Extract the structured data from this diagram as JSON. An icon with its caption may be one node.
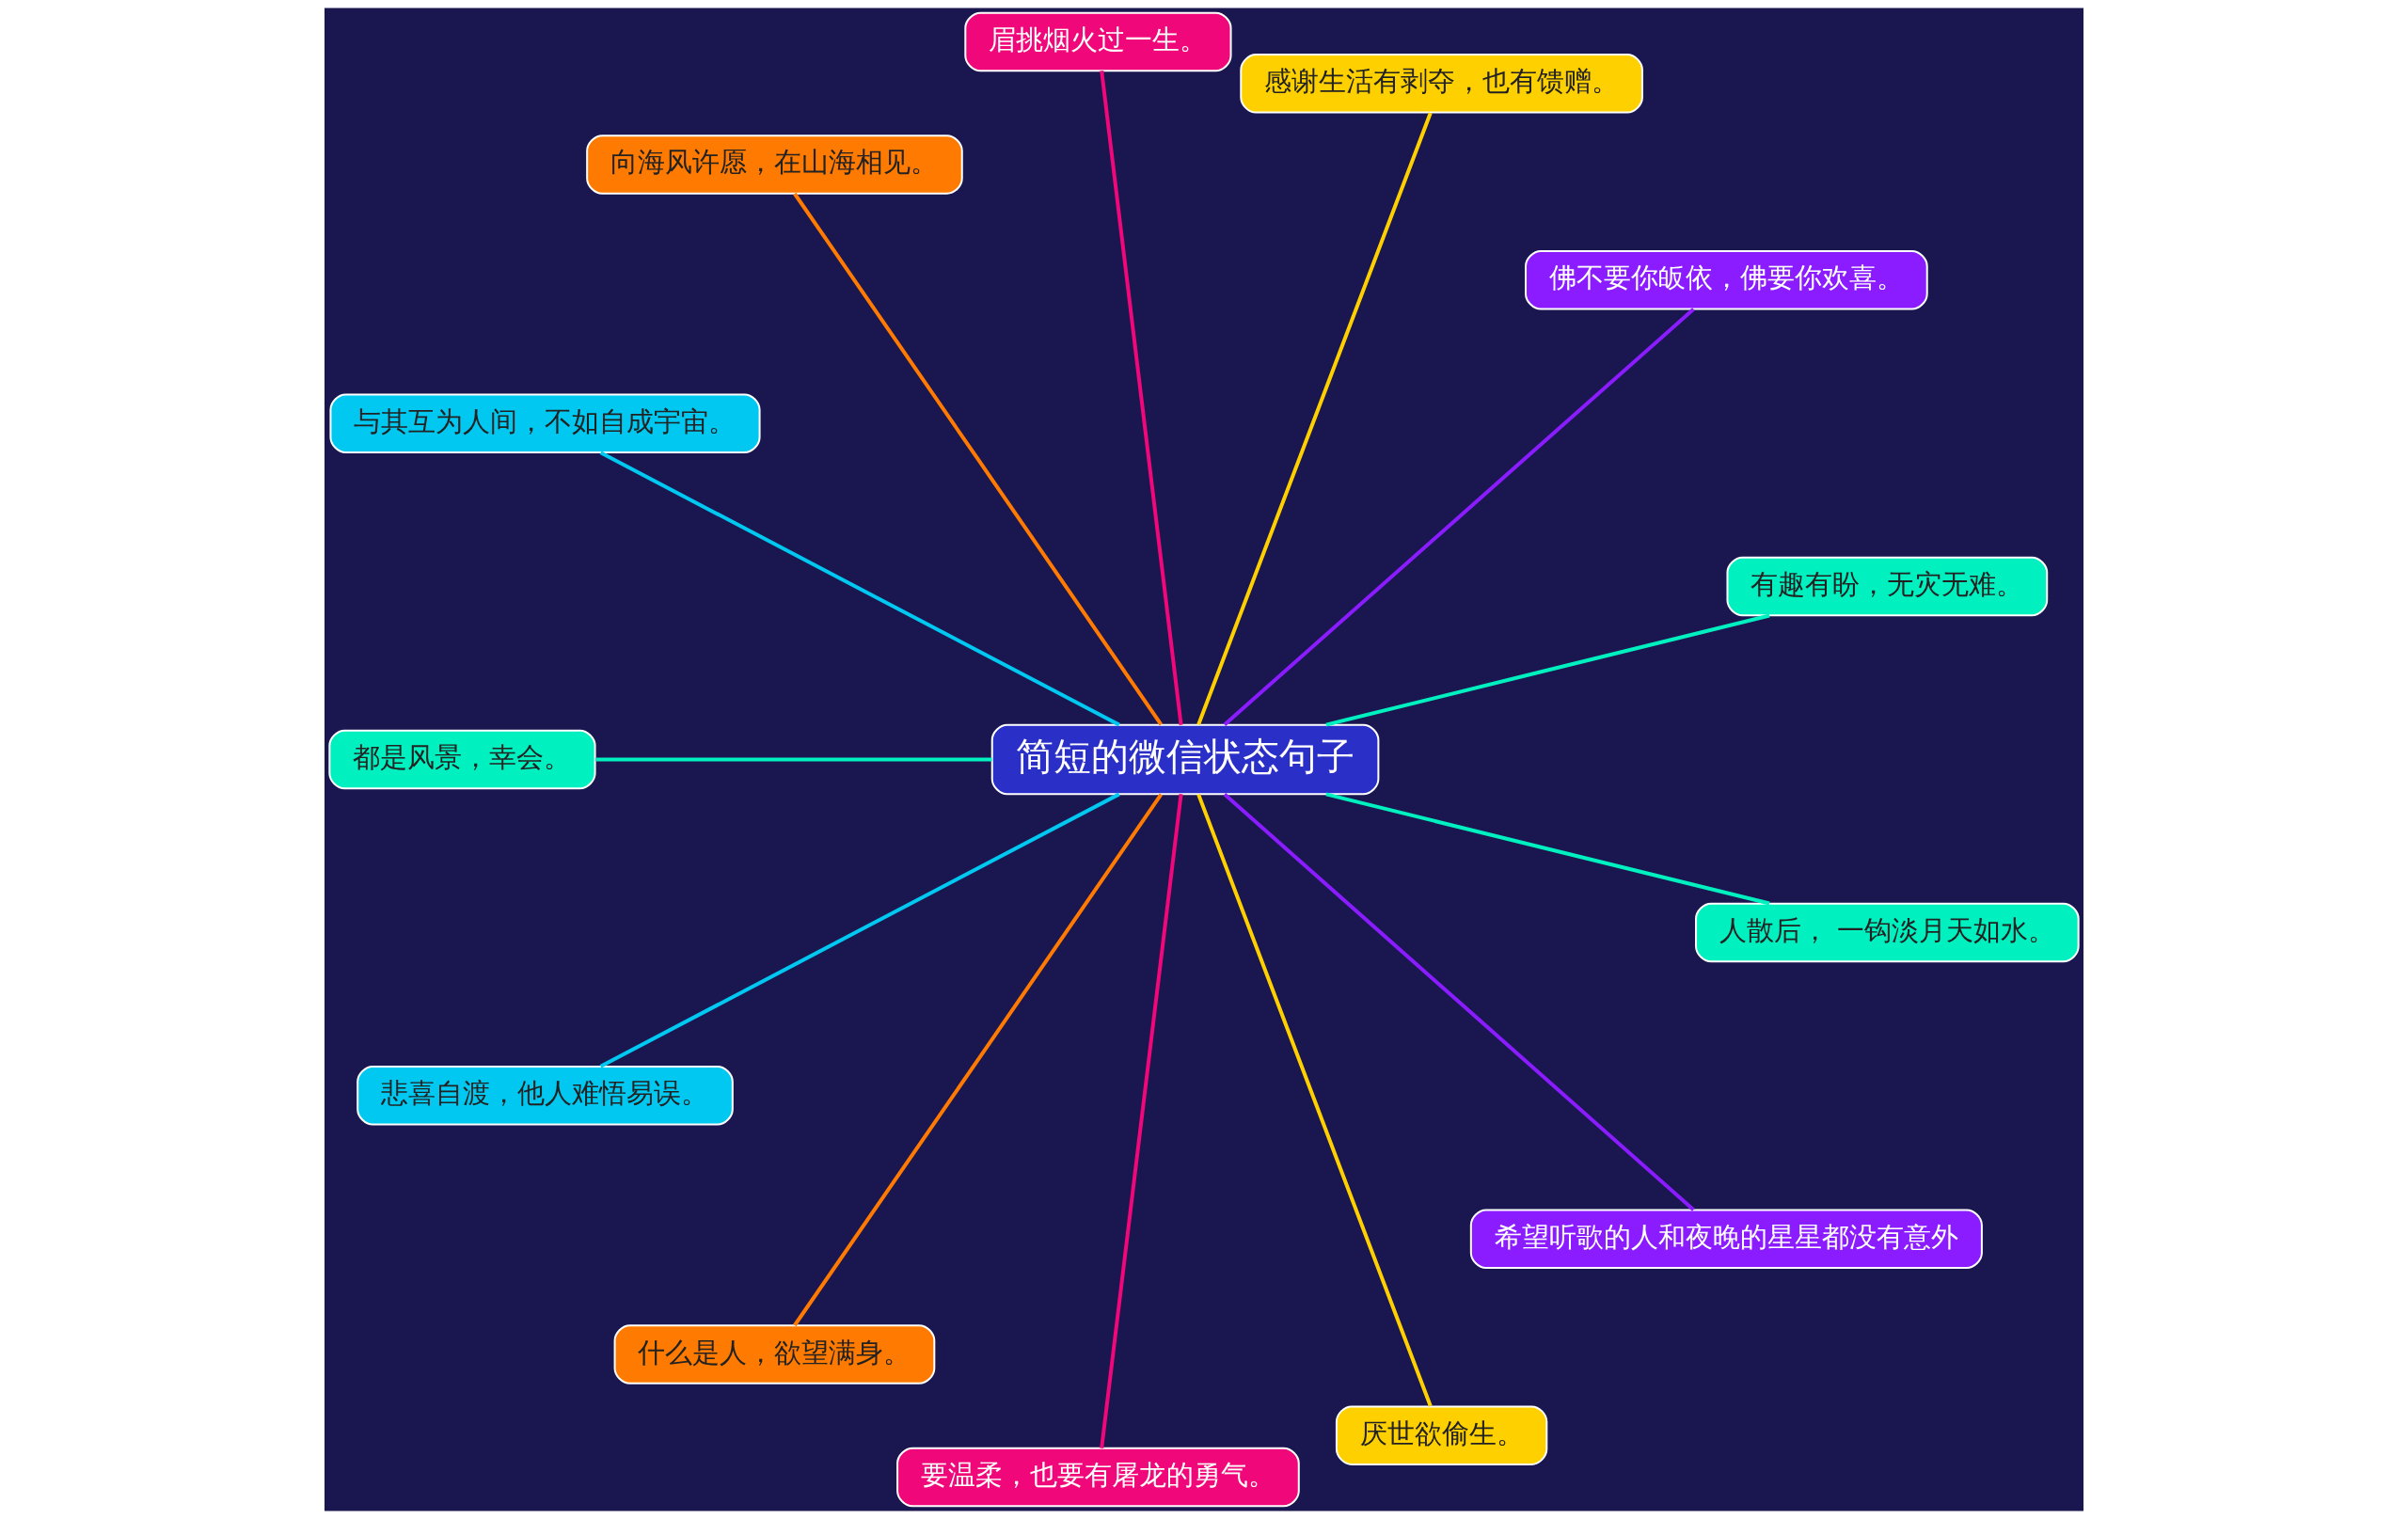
{
  "diagram": {
    "nodes": [
      {
        "text": [
          "简短的微信状态句子"
        ]
      },
      {
        "text": [
          "有趣有盼，无灾无难。"
        ]
      },
      {
        "text": [
          "佛不要你皈依，佛要你欢喜。"
        ]
      },
      {
        "text": [
          "感谢生活有剥夺，也有馈赠。"
        ]
      },
      {
        "text": [
          "眉挑烟火过一生。"
        ]
      },
      {
        "text": [
          "向海风许愿，在山海相见。"
        ]
      },
      {
        "text": [
          "与其互为人间，不如自成宇宙。"
        ]
      },
      {
        "text": [
          "都是风景，幸会。"
        ]
      },
      {
        "text": [
          "悲喜自渡，他人难悟易误。"
        ]
      },
      {
        "text": [
          "什么是人，欲望满身。"
        ]
      },
      {
        "text": [
          "要温柔，也要有屠龙的勇气。"
        ]
      },
      {
        "text": [
          "厌世欲偷生。"
        ]
      },
      {
        "text": [
          "希望听歌的人和夜晚的星星都没有意外"
        ]
      },
      {
        "text": [
          "人散后， 一钩淡月天如水。"
        ]
      }
    ],
    "edges": [
      {
        "from": 0,
        "to": 1,
        "arrow": "none",
        "color": "#00f0c0"
      },
      {
        "from": 0,
        "to": 2,
        "arrow": "none",
        "color": "#8a1cff"
      },
      {
        "from": 0,
        "to": 3,
        "arrow": "none",
        "color": "#ffd000"
      },
      {
        "from": 0,
        "to": 4,
        "arrow": "none",
        "color": "#f0087a"
      },
      {
        "from": 0,
        "to": 5,
        "arrow": "none",
        "color": "#ff7a00"
      },
      {
        "from": 0,
        "to": 6,
        "arrow": "none",
        "color": "#00c8f0"
      },
      {
        "from": 0,
        "to": 7,
        "arrow": "none",
        "color": "#00f0c0"
      },
      {
        "from": 0,
        "to": 8,
        "arrow": "none",
        "color": "#00c8f0"
      },
      {
        "from": 0,
        "to": 9,
        "arrow": "none",
        "color": "#ff7a00"
      },
      {
        "from": 0,
        "to": 10,
        "arrow": "none",
        "color": "#f0087a"
      },
      {
        "from": 0,
        "to": 11,
        "arrow": "none",
        "color": "#ffd000"
      },
      {
        "from": 0,
        "to": 12,
        "arrow": "none",
        "color": "#8a1cff"
      },
      {
        "from": 0,
        "to": 13,
        "arrow": "none",
        "color": "#00f0c0"
      }
    ]
  }
}
